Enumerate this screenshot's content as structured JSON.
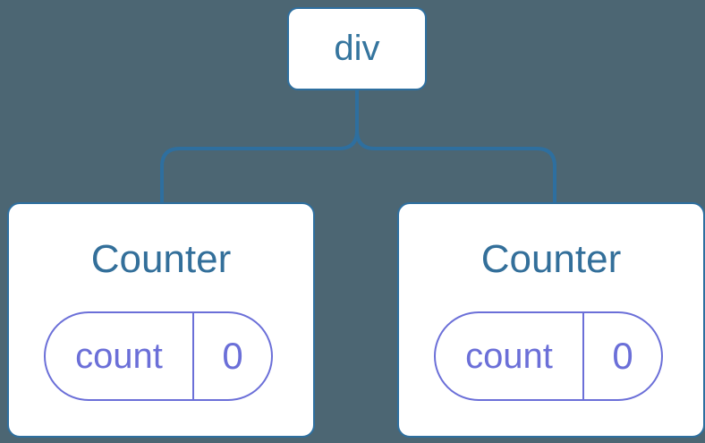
{
  "diagram": {
    "type": "component-tree",
    "root": {
      "label": "div"
    },
    "children": [
      {
        "title": "Counter",
        "state_key": "count",
        "state_value": "0"
      },
      {
        "title": "Counter",
        "state_key": "count",
        "state_value": "0"
      }
    ],
    "colors": {
      "bg": "#4c6673",
      "line": "#2e6f9f",
      "root-text": "#35759e",
      "title": "#336f9a",
      "purple": "#6b6fd8",
      "card-bg": "#ffffff"
    }
  }
}
